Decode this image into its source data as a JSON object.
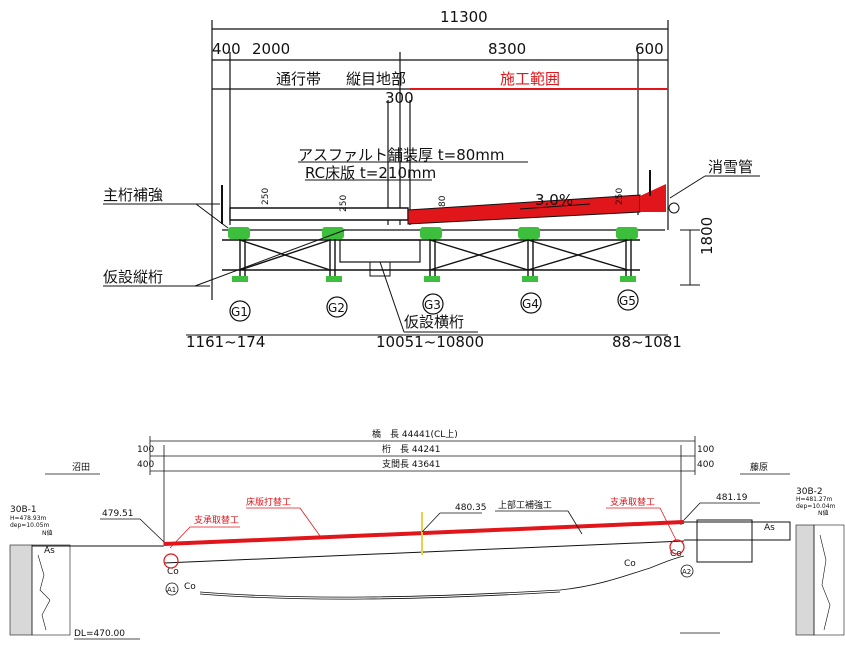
{
  "cross_section": {
    "dims_top": {
      "total": "11300",
      "seg1": "400",
      "seg2": "2000",
      "seg3": "8300",
      "seg4": "600"
    },
    "zones": {
      "traffic": "通行帯",
      "joint": "縦目地部",
      "work": "施工範囲",
      "offset": "300"
    },
    "notes": {
      "asphalt": "アスファルト舗装厚 t=80mm",
      "rc_slab": "RC床版 t=210mm",
      "snow_pipe": "消雪管"
    },
    "small_dims": {
      "d250a": "250",
      "d250b": "250",
      "d80": "80",
      "d250c": "250",
      "slope": "3.0%",
      "height": "1800"
    },
    "labels": {
      "girder_reinf": "主桁補強",
      "temp_stringer": "仮設縦桁",
      "temp_cross": "仮設横桁"
    },
    "girders": [
      "G1",
      "G2",
      "G3",
      "G4",
      "G5"
    ],
    "bottom_dims": {
      "left": "1161~174",
      "center": "10051~10800",
      "right": "88~1081"
    }
  },
  "profile": {
    "dims": {
      "bridge_len": "橋　長 44441(CL上)",
      "girder_len": "桁　長 44241",
      "span_len": "支間長 43641",
      "l100": "100",
      "r100": "100",
      "l400": "400",
      "r400": "400"
    },
    "places": {
      "left": "沼田",
      "right": "藤原"
    },
    "elev": {
      "left": "479.51",
      "mid": "480.35",
      "right": "481.19",
      "dl": "DL=470.00"
    },
    "work_labels": {
      "slab": "床版打替工",
      "bearing_left": "支承取替工",
      "bearing_right": "支承取替工",
      "super": "上部工補強工"
    },
    "soil": {
      "as_left": "As",
      "as_right": "As",
      "co1": "Co",
      "co2": "Co",
      "co3": "Co",
      "co4": "Co"
    },
    "abutments": {
      "a1": "A1",
      "a2": "A2"
    },
    "boreholes": {
      "left_id": "30B-1",
      "left_info1": "H=478.93m",
      "left_info2": "dep=10.05m",
      "left_nval": "N値",
      "right_id": "30B-2",
      "right_info1": "H=481.27m",
      "right_info2": "dep=10.04m",
      "right_nval": "N値"
    }
  },
  "colors": {
    "red": "#e0161b",
    "green": "#3dbf3d",
    "ink": "#111111"
  }
}
